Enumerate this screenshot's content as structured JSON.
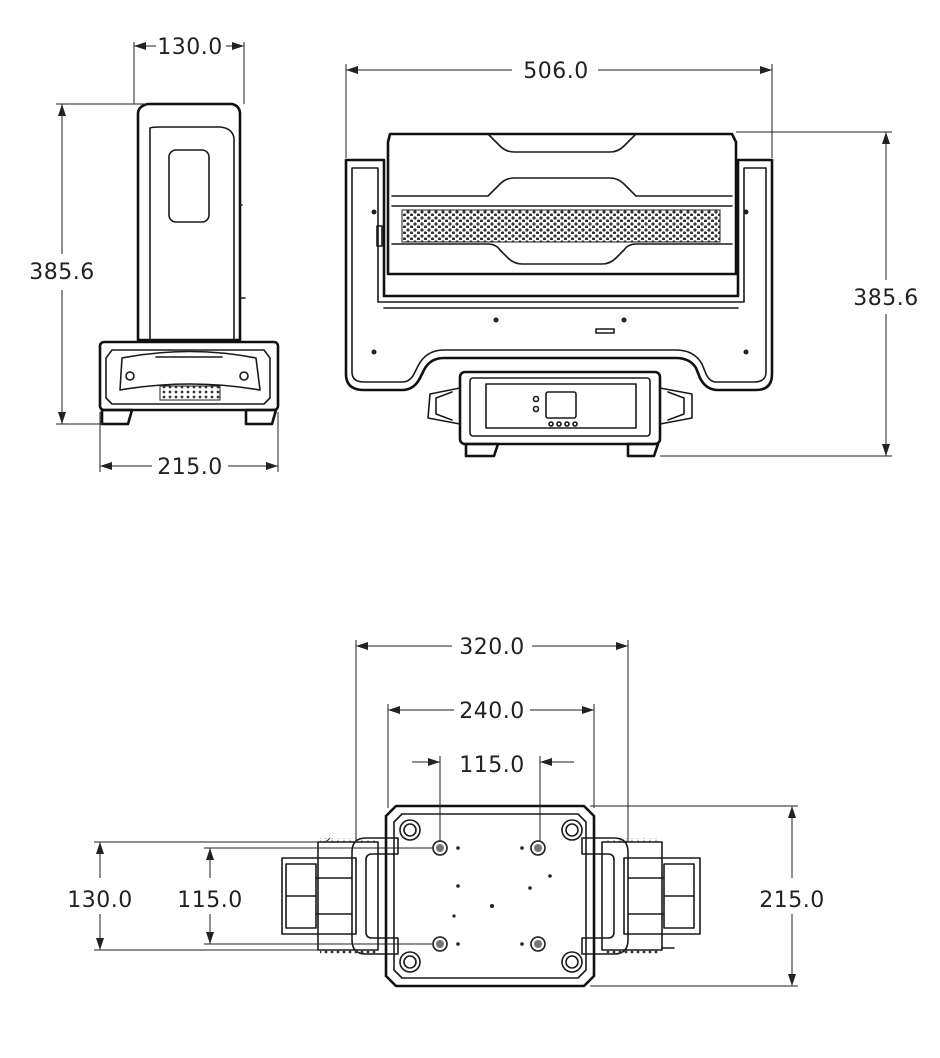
{
  "dimensions": {
    "side_top_width": "130.0",
    "side_height": "385.6",
    "side_base_width": "215.0",
    "front_width": "506.0",
    "front_height": "385.6",
    "bottom_outer_width": "320.0",
    "bottom_mid_width": "240.0",
    "bottom_inner_width": "115.0",
    "bottom_left_outer_height": "130.0",
    "bottom_left_inner_height": "115.0",
    "bottom_right_height": "215.0"
  }
}
